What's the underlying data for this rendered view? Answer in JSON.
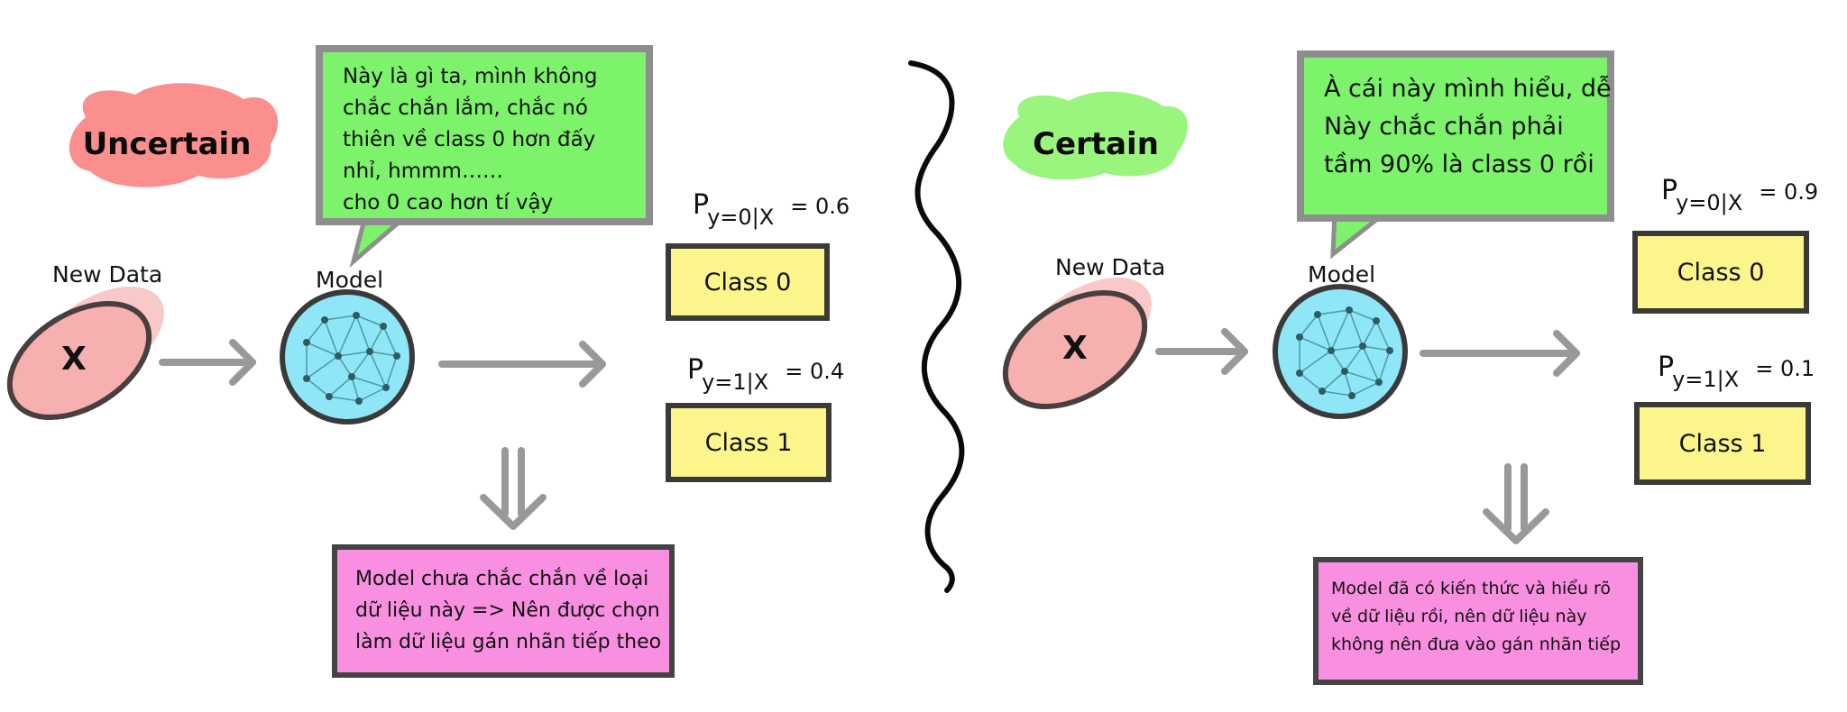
{
  "left": {
    "tag": "Uncertain",
    "new_data_label": "New Data",
    "data_symbol": "X",
    "model_label": "Model",
    "bubble_lines": [
      "Này là gì ta, mình không",
      "chắc chắn lắm, chắc nó",
      "thiên về class 0 hơn đấy",
      "nhỉ, hmmm……",
      "cho 0 cao hơn tí vậy"
    ],
    "prob0": {
      "p": "P",
      "sub": "y=0|X",
      "eq": "= 0.6"
    },
    "prob1": {
      "p": "P",
      "sub": "y=1|X",
      "eq": "= 0.4"
    },
    "class0": "Class 0",
    "class1": "Class 1",
    "note_lines": [
      "Model chưa chắc chắn về loại",
      "dữ liệu này => Nên được chọn",
      "làm dữ liệu gán nhãn tiếp theo"
    ]
  },
  "right": {
    "tag": "Certain",
    "new_data_label": "New Data",
    "data_symbol": "X",
    "model_label": "Model",
    "bubble_lines": [
      "À cái này mình hiểu, dễ",
      "Này chắc chắn phải",
      "tầm 90% là class 0 rồi"
    ],
    "prob0": {
      "p": "P",
      "sub": "y=0|X",
      "eq": "= 0.9"
    },
    "prob1": {
      "p": "P",
      "sub": "y=1|X",
      "eq": "= 0.1"
    },
    "class0": "Class 0",
    "class1": "Class 1",
    "note_lines": [
      "Model đã có kiến thức và hiểu rõ",
      "về dữ liệu rồi, nên dữ liệu này",
      "không nên đưa vào gán nhãn tiếp"
    ]
  },
  "colors": {
    "tag_uncertain_bg": "#fa8f8e",
    "tag_certain_bg": "#9af57e",
    "bubble_bg": "#7df26b",
    "bubble_border": "#8e8e8e",
    "data_ellipse": "#f7b0b0",
    "model_circle": "#8ee6f7",
    "class_box": "#fbf58c",
    "note_box": "#f98fe0",
    "arrow": "#999999"
  },
  "icons": {
    "model": "neural-network-icon",
    "divider": "wavy-line",
    "down_arrow": "double-down-arrow-icon"
  }
}
